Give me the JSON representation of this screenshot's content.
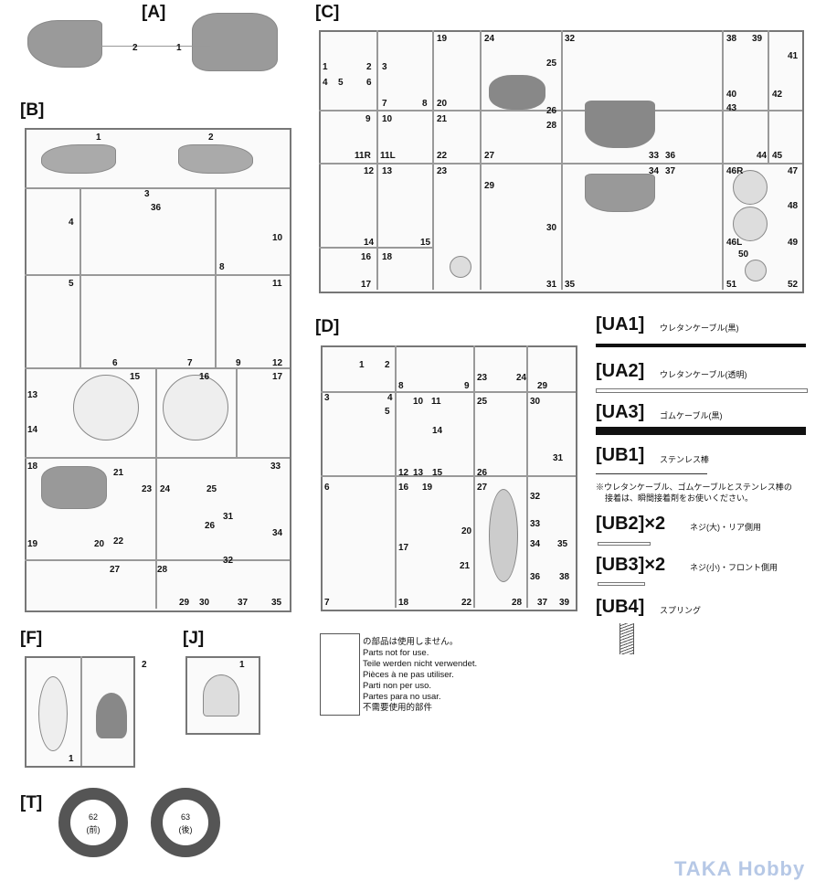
{
  "sprues": {
    "A": {
      "title": "[A]",
      "parts": [
        "1",
        "2"
      ]
    },
    "B": {
      "title": "[B]",
      "parts": [
        "1",
        "2",
        "3",
        "4",
        "36",
        "8",
        "10",
        "5",
        "6",
        "7",
        "9",
        "11",
        "12",
        "13",
        "14",
        "15",
        "16",
        "17",
        "18",
        "21",
        "23",
        "24",
        "22",
        "25",
        "26",
        "33",
        "31",
        "34",
        "32",
        "19",
        "20",
        "27",
        "28",
        "29",
        "30",
        "37",
        "35"
      ]
    },
    "C": {
      "title": "[C]",
      "parts": [
        "1",
        "2",
        "3",
        "4",
        "5",
        "6",
        "7",
        "8",
        "9",
        "10",
        "11R",
        "11L",
        "12",
        "13",
        "14",
        "15",
        "16",
        "17",
        "18",
        "19",
        "20",
        "21",
        "22",
        "23",
        "24",
        "25",
        "26",
        "27",
        "28",
        "29",
        "30",
        "31",
        "32",
        "33",
        "34",
        "35",
        "36",
        "37",
        "38",
        "39",
        "40",
        "41",
        "42",
        "43",
        "44",
        "45",
        "46R",
        "47",
        "48",
        "46L",
        "49",
        "50",
        "51",
        "52"
      ]
    },
    "D": {
      "title": "[D]",
      "parts": [
        "1",
        "2",
        "3",
        "4",
        "5",
        "6",
        "7",
        "8",
        "9",
        "10",
        "11",
        "12",
        "13",
        "14",
        "15",
        "16",
        "17",
        "18",
        "19",
        "20",
        "21",
        "22",
        "23",
        "24",
        "25",
        "26",
        "27",
        "28",
        "29",
        "30",
        "31",
        "32",
        "33",
        "34",
        "35",
        "36",
        "37",
        "38",
        "39"
      ]
    },
    "F": {
      "title": "[F]",
      "parts": [
        "1",
        "2"
      ]
    },
    "J": {
      "title": "[J]",
      "parts": [
        "1"
      ]
    }
  },
  "tires": {
    "title": "[T]",
    "items": [
      {
        "num": "62",
        "pos": "(前)"
      },
      {
        "num": "63",
        "pos": "(後)"
      }
    ]
  },
  "accessories": [
    {
      "code": "[UA1]",
      "desc": "ウレタンケーブル(黒)"
    },
    {
      "code": "[UA2]",
      "desc": "ウレタンケーブル(透明)"
    },
    {
      "code": "[UA3]",
      "desc": "ゴムケーブル(黒)"
    },
    {
      "code": "[UB1]",
      "desc": "ステンレス棒"
    },
    {
      "code": "[UB2]×2",
      "desc": "ネジ(大)・リア側用"
    },
    {
      "code": "[UB3]×2",
      "desc": "ネジ(小)・フロント側用"
    },
    {
      "code": "[UB4]",
      "desc": "スプリング"
    }
  ],
  "glue_note": [
    "※ウレタンケーブル、ゴムケーブルとステンレス棒の",
    "接着は、瞬間接着剤をお使いください。"
  ],
  "legend": [
    "の部品は使用しません。",
    "Parts not for use.",
    "Teile werden nicht verwendet.",
    "Pièces à ne pas utiliser.",
    "Parti non per uso.",
    "Partes para no usar.",
    "不需要使用的部件"
  ],
  "watermark": "TAKA Hobby"
}
